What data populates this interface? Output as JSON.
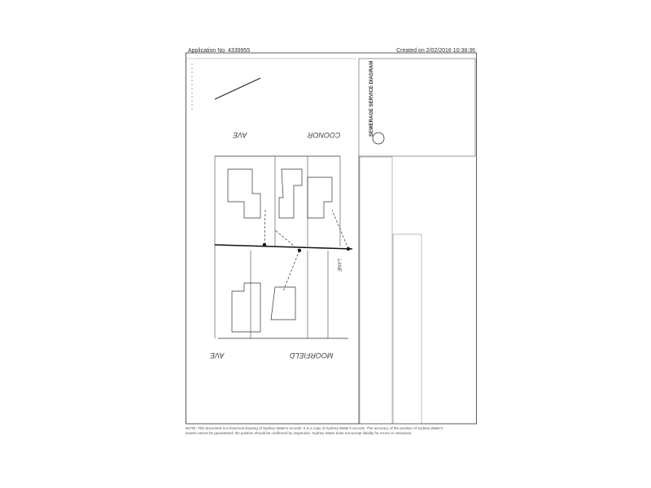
{
  "header": {
    "application_no": "Application No. 4339955",
    "created": "Created on 2/02/2016 10:38:36"
  },
  "diagram": {
    "title": "SEWERAGE SERVICE DIAGRAM",
    "street_labels": [
      "AVE",
      "COONOR",
      "AVE",
      "MOORFIELD",
      "LANE"
    ]
  },
  "footnote": "NOTE: This document is a historical drawing of Sydney Water's records. It is a copy of Sydney Water's records. The accuracy of the position of Sydney Water's assets cannot be guaranteed; the position should be confirmed by inspection. Sydney Water does not accept liability for errors or omissions."
}
